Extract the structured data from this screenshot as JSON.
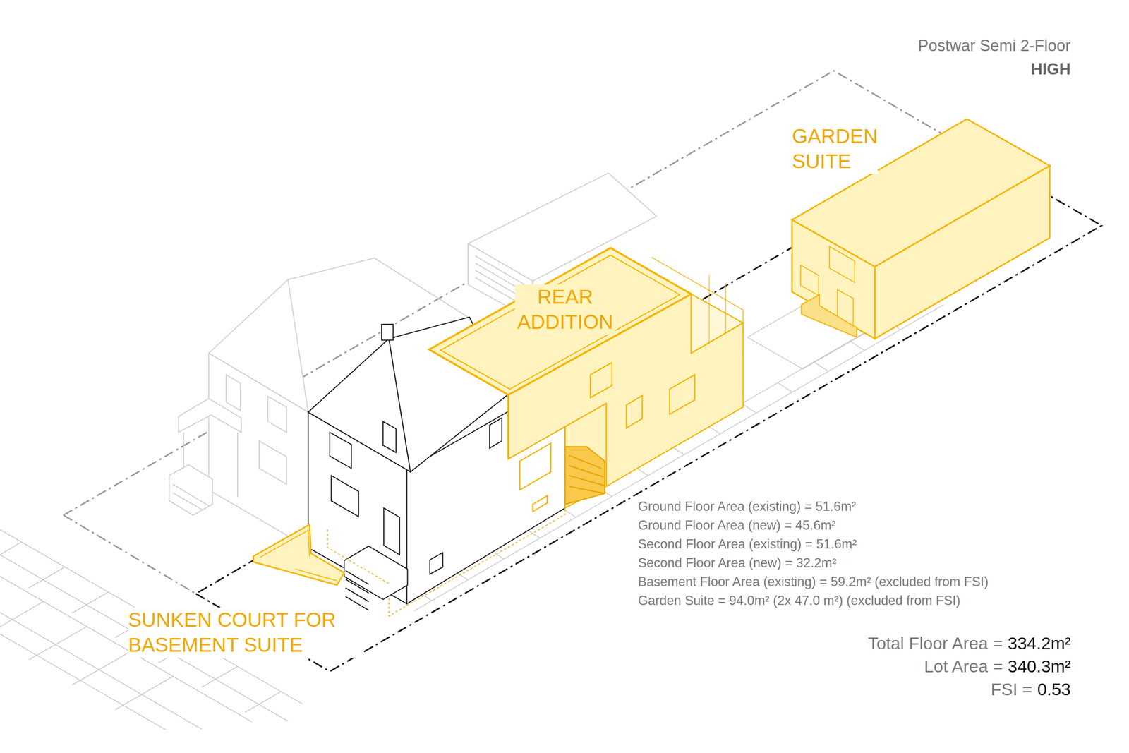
{
  "diagram": {
    "title": "Postwar Semi 2-Floor",
    "labels": [
      "HIGH",
      "GARDEN SUITE",
      "REAR ADDITION",
      "SUNKEN COURT FOR BASEMENT SUITE",
      "Ground Floor Area (existing) = 51.6m²",
      "Ground Floor Area (new) = 45.6m²",
      "Second Floor Area (existing) = 51.6m²",
      "Second Floor Area (new) = 32.2m²",
      "Basement Floor Area (existing) = 59.2m² (excluded from FSI)",
      "Garden Suite = 94.0m² (2x 47.0 m²) (excluded from FSI)",
      "Total Floor Area =",
      "334.2m²",
      "Lot Area =",
      "340.3m²",
      "FSI =",
      "0.53"
    ]
  }
}
